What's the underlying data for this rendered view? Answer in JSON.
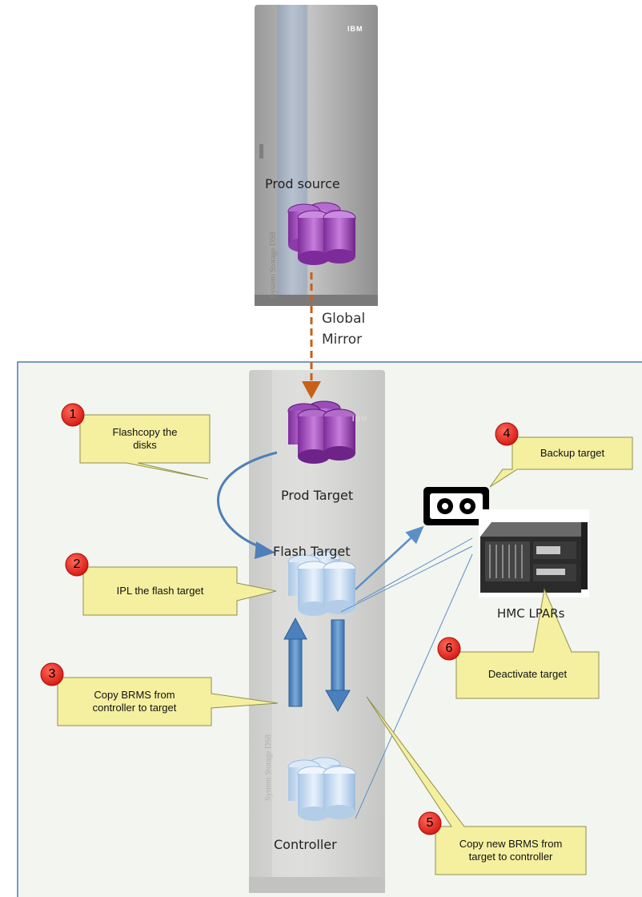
{
  "labels": {
    "prod_source": "Prod source",
    "global": "Global",
    "mirror": "Mirror",
    "prod_target": "Prod Target",
    "flash_target": "Flash Target",
    "controller": "Controller",
    "hmc_lpars": "HMC LPARs"
  },
  "brand": {
    "ibm": "IBM",
    "system_storage": "System Storage DS8"
  },
  "steps": [
    {
      "number": "1",
      "lines": [
        "Flashcopy the",
        "disks"
      ]
    },
    {
      "number": "2",
      "lines": [
        "IPL the flash target"
      ]
    },
    {
      "number": "3",
      "lines": [
        "Copy BRMS from",
        "controller to target"
      ]
    },
    {
      "number": "4",
      "lines": [
        "Backup target"
      ]
    },
    {
      "number": "5",
      "lines": [
        "Copy new BRMS from",
        "target to controller"
      ]
    },
    {
      "number": "6",
      "lines": [
        "Deactivate target"
      ]
    }
  ],
  "colors": {
    "callout_fill": "#f4f0a0",
    "callout_stroke": "#8f8f4a",
    "step_badge": "#e8211f",
    "mirror_link": "#c8601a",
    "flow_arrow": "#5b8fc6",
    "recovery_site_border": "#4a7bb5",
    "recovery_site_fill": "#f3f5f0",
    "prod_disk": "#a24fc0",
    "target_disk": "#c9def2"
  }
}
